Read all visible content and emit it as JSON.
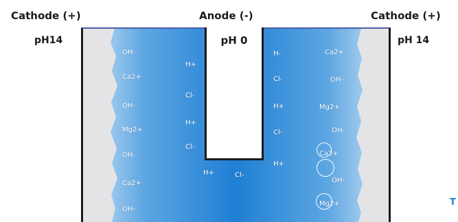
{
  "labels": {
    "cathode_left": "Cathode (+)",
    "anode": "Anode (-)",
    "cathode_right": "Cathode (+)",
    "ph_left": "pH14",
    "ph_anode": "pH 0",
    "ph_right": "pH 14"
  },
  "ions": {
    "left_column": [
      "OH-",
      "Ca2+",
      "OH-",
      "Mg2+",
      "OH-",
      "Ca2+",
      "OH-"
    ],
    "left_inner": [
      "H+",
      "Cl-",
      "H+",
      "Cl-"
    ],
    "bottom": [
      "H+",
      "Cl-"
    ],
    "right_inner": [
      "H-",
      "Cl-",
      "H+",
      "Cl-",
      "H+"
    ],
    "right_column": [
      "Ca2+",
      "OH-",
      "Mg2+",
      "OH-",
      "Ca2+",
      "OH-",
      "Mg2+"
    ]
  },
  "edge_glyph": "T",
  "colors": {
    "electrolyte_center": "#1f7fd4",
    "electrolyte_edge": "#cde4f6",
    "cathode_plate": "#e4e4e6",
    "outline": "#1a1a1a"
  }
}
